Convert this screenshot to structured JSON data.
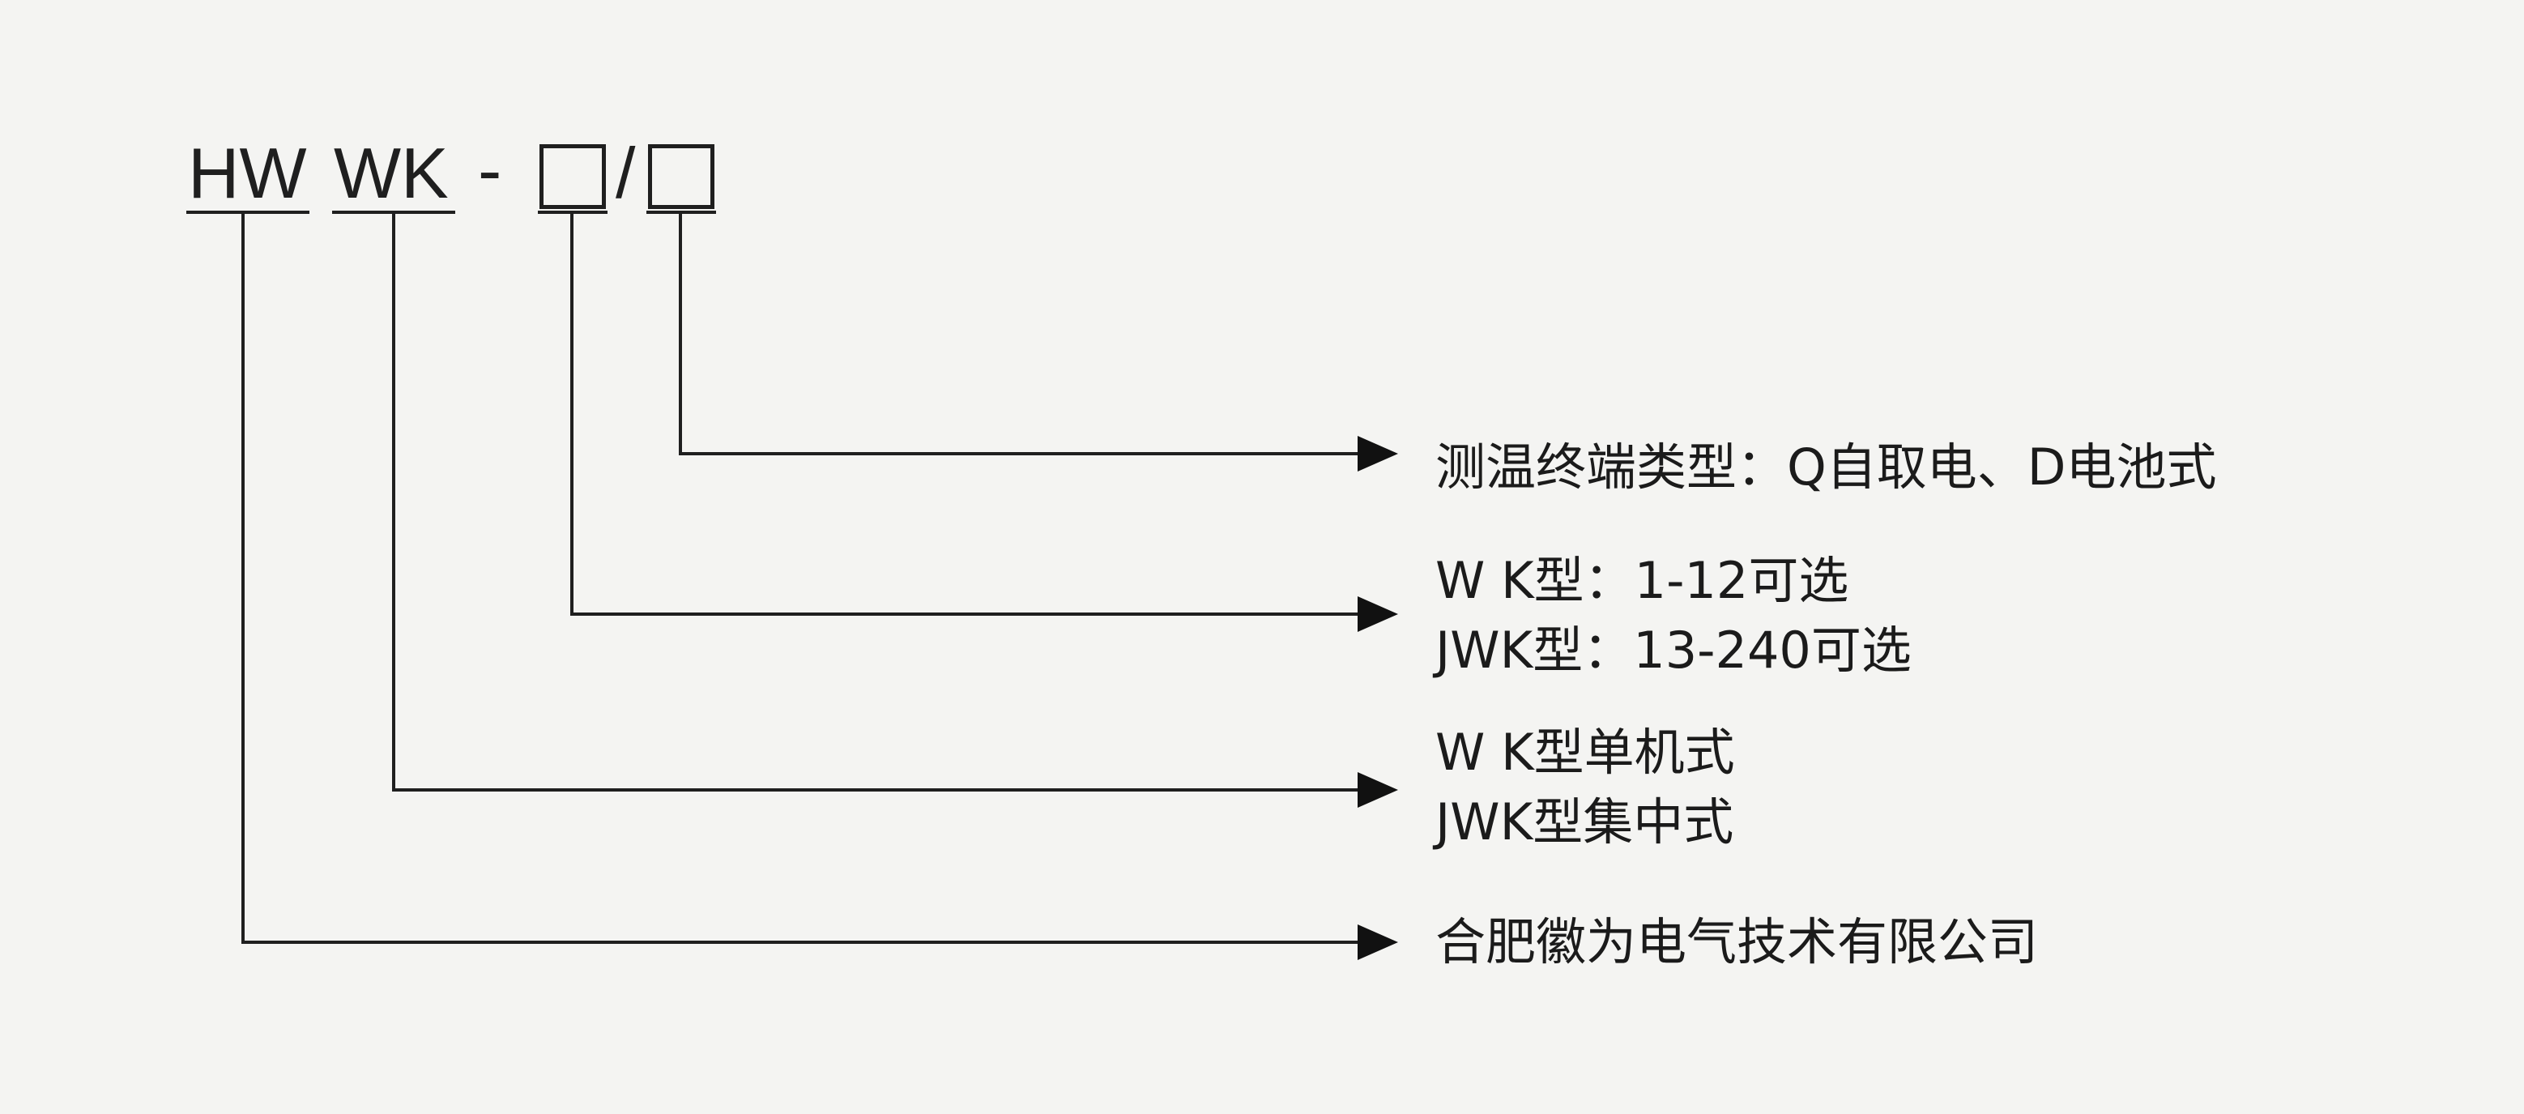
{
  "code": {
    "part1": "HW",
    "part2": "WK",
    "dash": "-",
    "slash": "/"
  },
  "descriptions": {
    "terminal_type": "测温终端类型：Q自取电、D电池式",
    "wk_range": "W  K型：1-12可选",
    "jwk_range": "JWK型：13-240可选",
    "wk_mode": "W  K型单机式",
    "jwk_mode": "JWK型集中式",
    "company": "合肥徽为电气技术有限公司"
  }
}
